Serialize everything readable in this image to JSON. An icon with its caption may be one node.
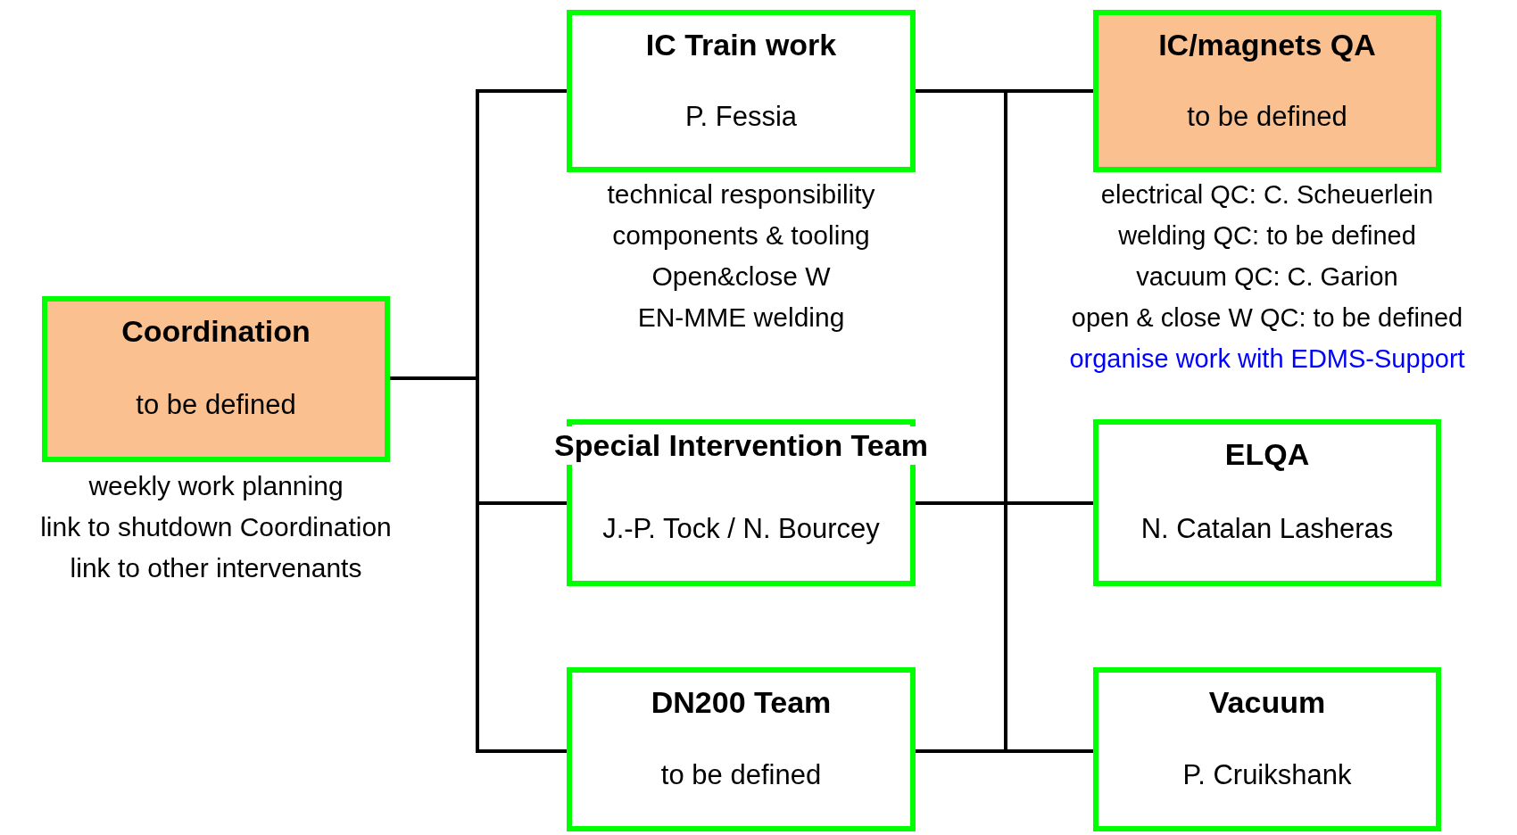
{
  "diagram": {
    "nodes": [
      {
        "text": [
          "Coordination",
          "to be defined"
        ],
        "beside": [
          "weekly work planning",
          "link to shutdown Coordination",
          "link to other intervenants"
        ]
      },
      {
        "text": [
          "IC Train work",
          "P. Fessia"
        ],
        "beside": [
          "technical responsibility",
          "components & tooling",
          "Open&close W",
          "EN-MME welding"
        ]
      },
      {
        "text": [
          "IC/magnets QA",
          "to be defined"
        ],
        "beside": [
          "electrical QC: C. Scheuerlein",
          "welding QC: to be defined",
          "vacuum QC: C. Garion",
          "open & close W QC: to be defined",
          "organise work with EDMS-Support"
        ]
      },
      {
        "text": [
          "Special Intervention Team",
          "J.-P. Tock / N. Bourcey"
        ]
      },
      {
        "text": [
          "ELQA",
          "N. Catalan Lasheras"
        ]
      },
      {
        "text": [
          "DN200 Team",
          "to be defined"
        ]
      },
      {
        "text": [
          "Vacuum",
          "P. Cruikshank"
        ]
      }
    ],
    "edges": [
      {
        "from": 0,
        "to": 1,
        "arrow": "none"
      },
      {
        "from": 0,
        "to": 3,
        "arrow": "none"
      },
      {
        "from": 0,
        "to": 5,
        "arrow": "none"
      },
      {
        "from": 1,
        "to": 2,
        "arrow": "none"
      },
      {
        "from": 1,
        "to": 4,
        "arrow": "none"
      },
      {
        "from": 1,
        "to": 6,
        "arrow": "none"
      },
      {
        "from": 3,
        "to": 2,
        "arrow": "none"
      },
      {
        "from": 3,
        "to": 4,
        "arrow": "none"
      },
      {
        "from": 3,
        "to": 6,
        "arrow": "none"
      },
      {
        "from": 5,
        "to": 2,
        "arrow": "none"
      },
      {
        "from": 5,
        "to": 4,
        "arrow": "none"
      },
      {
        "from": 5,
        "to": 6,
        "arrow": "none"
      }
    ]
  }
}
